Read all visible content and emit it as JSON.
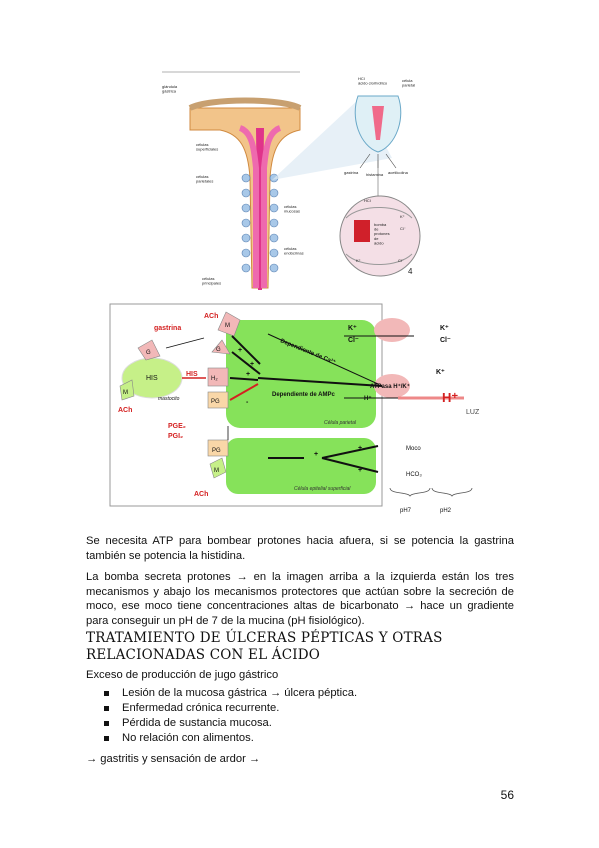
{
  "figure_top": {
    "labels": {
      "glandula": "glándula\ngástrica",
      "cel_sup": "células\nsuperficiales",
      "cel_par": "células\nparietales",
      "cel_muc": "células\nmucosas",
      "cel_end": "células\nendócrinas",
      "cel_pri": "células\nprincipales",
      "hcl": "HCl\nácido clorhídrico",
      "cel_parietal": "célula\nparietal",
      "gastrina": "gastrina",
      "histamina": "histamina",
      "acetilcolina": "acetilcolina",
      "k_plus": "K⁺",
      "cl_minus": "Cl⁻",
      "hcl_small": "HCl",
      "bomba": "bomba\nde\nprotones\nde\nácido",
      "k_small": "K⁺",
      "cl_small": "Cl⁻",
      "num4": "4"
    }
  },
  "figure_mid": {
    "ach_top": "ACh",
    "gastrina": "gastrina",
    "m": "M",
    "g": "G",
    "his": "HIS",
    "h2": "H₂",
    "pg": "PG",
    "m_lower": "M",
    "mastocito": "mastocito",
    "ach_left": "ACh",
    "pge2": "PGE₂",
    "pgi2": "PGI₂",
    "dep_ca": "Dependiente de Ca²⁺",
    "dep_ampc": "Dependiente de AMPc",
    "k_in": "K⁺",
    "cl_in": "Cl⁻",
    "k_out": "K⁺",
    "cl_out": "Cl⁻",
    "k_out2": "K⁺",
    "atpasa": "ATPasa H⁺/K⁺",
    "h_in": "H⁺",
    "h_out": "H⁺",
    "luz": "LUZ",
    "celula_parietal": "Célula parietal",
    "pg2": "PG",
    "m2": "M",
    "ach_bottom": "ACh",
    "moco": "Moco",
    "hco3": "HCO₃",
    "celula_epitelial": "Célula epitelial superficial",
    "ph7": "pH7",
    "ph2": "pH2",
    "plus": "+",
    "minus": "-"
  },
  "text": {
    "p1": "Se necesita ATP para bombear protones hacia afuera, si se potencia la gastrina también se potencia la histidina.",
    "p2": "La bomba secreta protones → en la imagen arriba a la izquierda están los tres mecanismos y abajo los mecanismos protectores que actúan sobre la secreción de moco, ese moco tiene concentraciones altas de bicarbonato → hace un gradiente para conseguir un pH de 7 de la mucina (pH fisiológico).",
    "heading": "Tratamiento de úlceras pépticas y otras relacionadas con el ácido",
    "p3": "Exceso de producción de jugo gástrico",
    "bullets": [
      "Lesión de la mucosa gástrica → úlcera péptica.",
      "Enfermedad crónica recurrente.",
      "Pérdida de sustancia mucosa.",
      "No relación con alimentos."
    ],
    "p4": "→ gastritis y sensación de ardor →",
    "page_number": "56"
  }
}
